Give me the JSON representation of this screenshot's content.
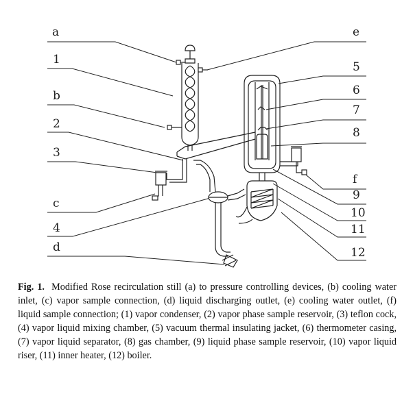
{
  "labels": {
    "a": "a",
    "n1": "1",
    "b": "b",
    "n2": "2",
    "n3": "3",
    "c": "c",
    "n4": "4",
    "d": "d",
    "e": "e",
    "n5": "5",
    "n6": "6",
    "n7": "7",
    "n8": "8",
    "f": "f",
    "n9": "9",
    "n10": "10",
    "n11": "11",
    "n12": "12"
  },
  "caption": {
    "prefix": "Fig. 1.",
    "text": "Modified Rose recirculation still (a) to pressure controlling devices, (b) cooling water inlet, (c) vapor sample connection, (d) liquid discharging outlet, (e) cooling water outlet, (f) liquid sample connection; (1) vapor condenser, (2) vapor phase sample reservoir, (3) teflon cock, (4) vapor liquid mixing chamber, (5) vacuum thermal insulating jacket, (6) thermometer casing, (7) vapor liquid separator, (8) gas chamber, (9) liquid phase sample reservoir, (10) vapor liquid riser, (11) inner heater, (12) boiler."
  }
}
